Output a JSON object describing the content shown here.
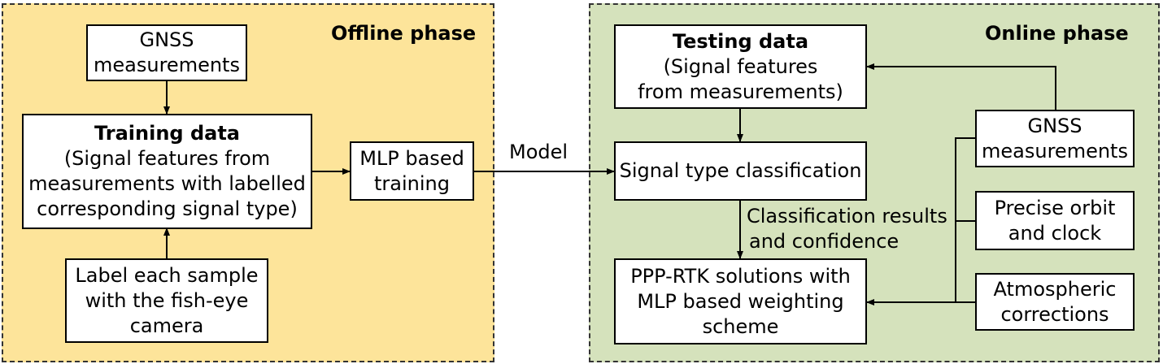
{
  "offline": {
    "title": "Offline phase",
    "gnss": [
      "GNSS",
      "measurements"
    ],
    "training": {
      "title": "Training data",
      "lines": [
        "(Signal features from",
        "measurements with labelled",
        "corresponding signal type)"
      ]
    },
    "mlp": [
      "MLP based",
      "training"
    ],
    "label": [
      "Label each sample",
      "with the fish-eye",
      "camera"
    ]
  },
  "model_label": "Model",
  "online": {
    "title": "Online phase",
    "testing": {
      "title": "Testing data",
      "lines": [
        "(Signal features",
        "from measurements)"
      ]
    },
    "classification": "Signal type classification",
    "results_label": [
      "Classification results",
      "and confidence"
    ],
    "ppp": [
      "PPP-RTK solutions with",
      "MLP based weighting",
      "scheme"
    ],
    "gnss": [
      "GNSS",
      "measurements"
    ],
    "orbit": [
      "Precise orbit",
      "and clock"
    ],
    "atmos": [
      "Atmospheric",
      "corrections"
    ]
  },
  "colors": {
    "offline_bg": "#fde49a",
    "online_bg": "#d5e2bc"
  }
}
